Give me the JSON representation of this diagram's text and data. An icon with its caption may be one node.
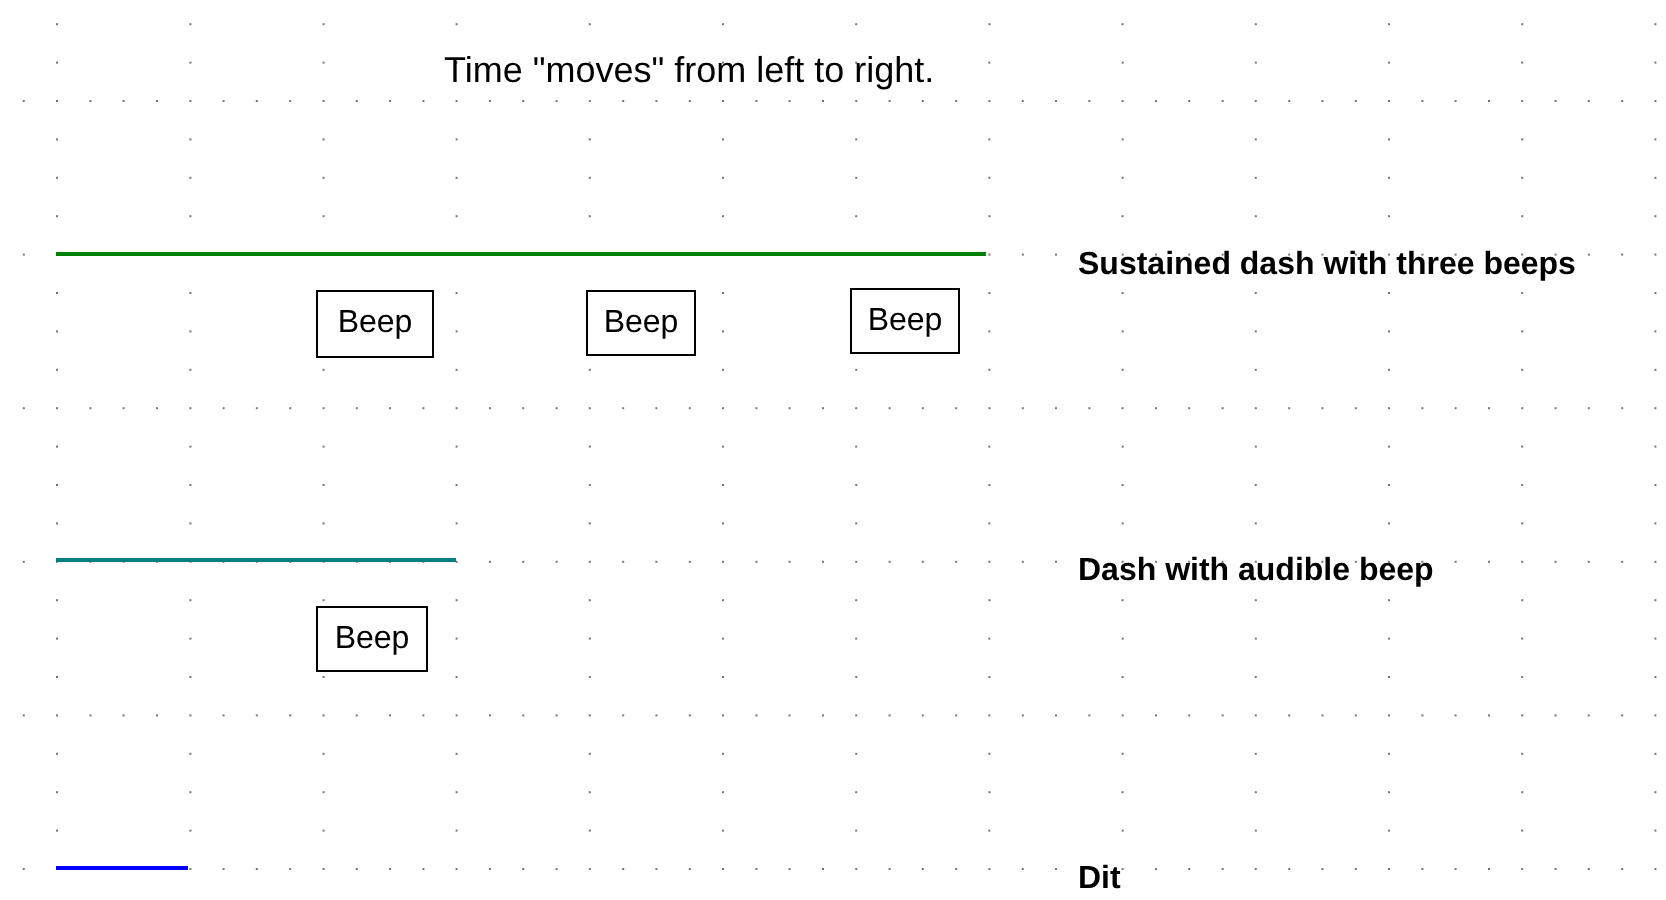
{
  "diagram": {
    "title": "Time \"moves\" from left to right.",
    "nodes": [
      {
        "text": [
          "Beep"
        ]
      },
      {
        "text": [
          "Beep"
        ]
      },
      {
        "text": [
          "Beep"
        ]
      },
      {
        "text": [
          "Beep"
        ]
      }
    ],
    "legend": [
      {
        "text": "Sustained dash with three beeps",
        "color": "#008000"
      },
      {
        "text": "Dash with audible beep",
        "color": "#008080"
      },
      {
        "text": "Dit",
        "color": "#0000ff"
      }
    ]
  }
}
